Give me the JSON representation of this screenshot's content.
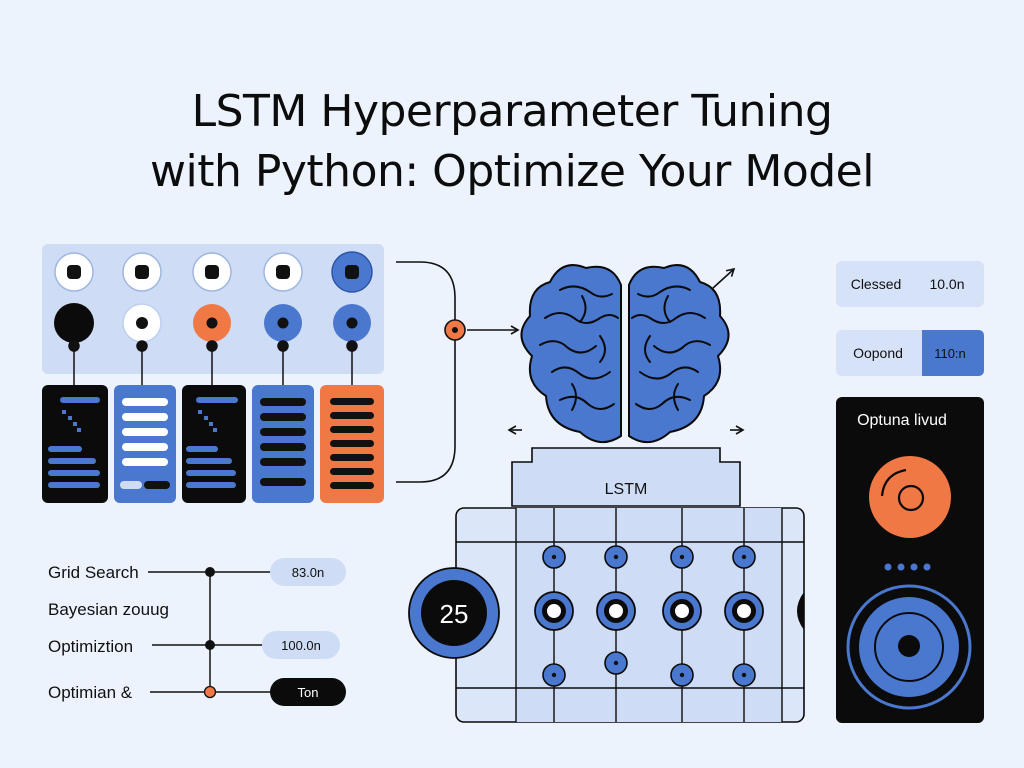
{
  "header": {
    "title_line1": "LSTM Hyperparameter Tuning",
    "title_line2": "with Python: Optimize Your Model"
  },
  "colors": {
    "background": "#edf3fd",
    "panel": "#cedcf5",
    "blue": "#4a78cf",
    "orange": "#f07845",
    "dark": "#0b0b0b",
    "light_blue": "#dbe6f8"
  },
  "lstm": {
    "label": "LSTM",
    "counter": "25"
  },
  "methods": [
    {
      "label": "Grid Search",
      "pill": "83.0n"
    },
    {
      "label": "Bayesian zouug",
      "pill": ""
    },
    {
      "label": "Optimiztion",
      "pill": "100.0n"
    },
    {
      "label": "Optimian &",
      "pill": "Ton"
    }
  ],
  "status_rows": [
    {
      "label": "Clessed",
      "value": "10.0n"
    },
    {
      "label": "Oopond",
      "value": "110:n"
    }
  ],
  "optuna_panel": {
    "title": "Optuna livud"
  }
}
